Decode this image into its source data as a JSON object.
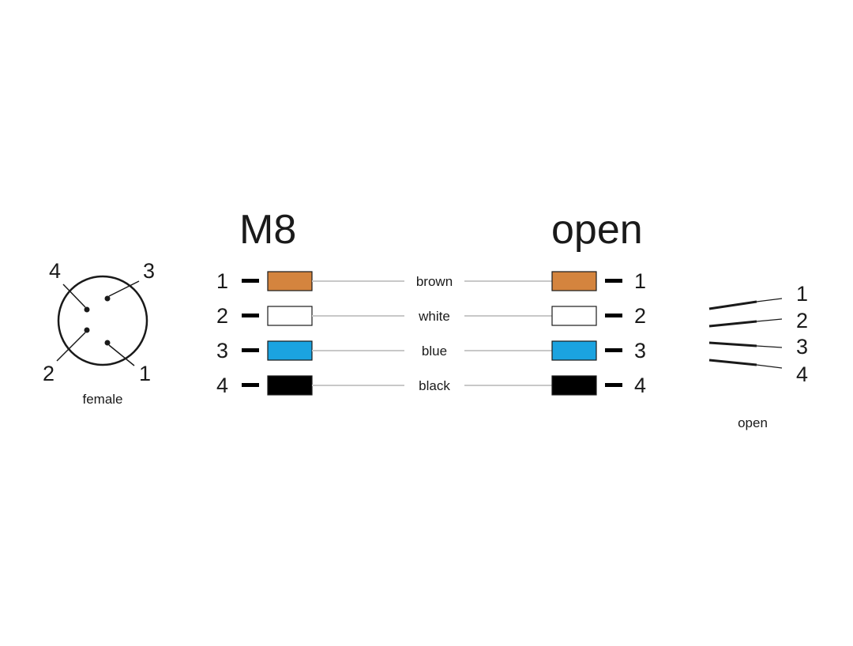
{
  "left_title": "M8",
  "right_title": "open",
  "connector": {
    "label": "female",
    "pins": [
      {
        "number": "1",
        "pos": "bottom-right"
      },
      {
        "number": "2",
        "pos": "bottom-left"
      },
      {
        "number": "3",
        "pos": "top-right"
      },
      {
        "number": "4",
        "pos": "top-left"
      }
    ]
  },
  "wires": [
    {
      "pin": "1",
      "color_name": "brown",
      "color": "#D4843E"
    },
    {
      "pin": "2",
      "color_name": "white",
      "color": "#FFFFFF"
    },
    {
      "pin": "3",
      "color_name": "blue",
      "color": "#1BA3E0"
    },
    {
      "pin": "4",
      "color_name": "black",
      "color": "#000000"
    }
  ],
  "open_end": {
    "label": "open",
    "wire_numbers": [
      "1",
      "2",
      "3",
      "4"
    ]
  }
}
